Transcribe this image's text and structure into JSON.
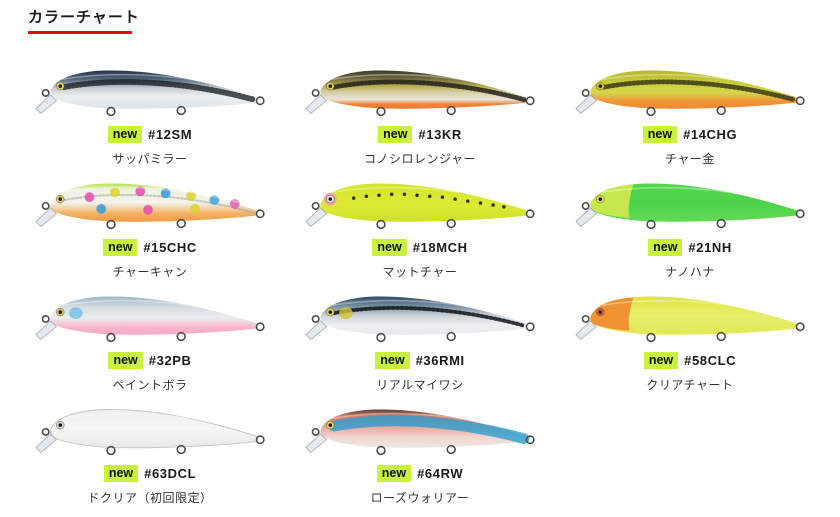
{
  "header": {
    "title": "カラーチャート",
    "underline_color": "#e50613"
  },
  "labels": {
    "new": "new"
  },
  "badge": {
    "bg": "#c9f23c",
    "text_color": "#111111"
  },
  "items": [
    {
      "code": "#12SM",
      "name": "サッパミラー",
      "style": {
        "gradient": [
          [
            0,
            "#22364b"
          ],
          [
            0.22,
            "#50647a"
          ],
          [
            0.45,
            "#c2cbd2"
          ],
          [
            0.68,
            "#ecf0f2"
          ],
          [
            1,
            "#dde3e7"
          ]
        ],
        "band": {
          "color": "#14181c",
          "width": 6,
          "dash": "1.6 2.6",
          "opacity": 0.75
        },
        "eye": "#e3cf4e"
      }
    },
    {
      "code": "#13KR",
      "name": "コノシロレンジャー",
      "style": {
        "gradient": [
          [
            0,
            "#3b3926"
          ],
          [
            0.2,
            "#6e6840"
          ],
          [
            0.42,
            "#bfae55"
          ],
          [
            0.6,
            "#d9d3ae"
          ],
          [
            0.76,
            "#e6e4da"
          ],
          [
            0.88,
            "#f08438"
          ],
          [
            1,
            "#ee7c2e"
          ]
        ],
        "band": {
          "color": "#23211a",
          "width": 5,
          "dash": "1.5 2.5",
          "opacity": 0.85
        },
        "eye": "#d9c652"
      }
    },
    {
      "code": "#14CHG",
      "name": "チャー金",
      "style": {
        "gradient": [
          [
            0,
            "#b4b82c"
          ],
          [
            0.32,
            "#c9ce3c"
          ],
          [
            0.58,
            "#d4d64c"
          ],
          [
            0.8,
            "#f2953a"
          ],
          [
            1,
            "#ee892e"
          ]
        ],
        "band": {
          "color": "#3c3a14",
          "width": 5,
          "dash": "1.5 2.8",
          "opacity": 0.85
        },
        "eye": "#d8c435"
      }
    },
    {
      "code": "#15CHC",
      "name": "チャーキャン",
      "style": {
        "gradient": [
          [
            0,
            "#b2df49"
          ],
          [
            0.16,
            "#eef3df"
          ],
          [
            0.5,
            "#f4f2ea"
          ],
          [
            0.78,
            "#f5b264"
          ],
          [
            1,
            "#f09a44"
          ]
        ],
        "band": {
          "color": "#9aa3ac",
          "width": 2,
          "dash": "2 2",
          "opacity": 0.55
        },
        "spots": {
          "type": "multi",
          "colors": [
            "#e653ae",
            "#ddd435",
            "#e653ae",
            "#3e9fd8",
            "#ddd435",
            "#4aa9e0",
            "#e06ab8",
            "#3e9fd8",
            "#e653ae",
            "#ddd435"
          ]
        },
        "eye": "#d8c44e"
      }
    },
    {
      "code": "#18MCH",
      "name": "マットチャー",
      "style": {
        "gradient": [
          [
            0,
            "#d3e52b"
          ],
          [
            0.55,
            "#dcea33"
          ],
          [
            1,
            "#cfe028"
          ]
        ],
        "spots": {
          "type": "black",
          "colors": [
            "#1d1d1d"
          ]
        },
        "eyeBack": "#f2a0a6",
        "eye": "#e8e2d8"
      }
    },
    {
      "code": "#21NH",
      "name": "ナノハナ",
      "style": {
        "gradient": [
          [
            0,
            "#55d64c"
          ],
          [
            0.5,
            "#4cd24a"
          ],
          [
            1,
            "#62da55"
          ]
        ],
        "headColor": "#cfe94e",
        "eye": "#e0d84e"
      }
    },
    {
      "code": "#32PB",
      "name": "ペイントボラ",
      "style": {
        "gradient": [
          [
            0,
            "#9cb8c8"
          ],
          [
            0.28,
            "#d5dce0"
          ],
          [
            0.55,
            "#ebeced"
          ],
          [
            0.8,
            "#f7b6cd"
          ],
          [
            1,
            "#f5aac6"
          ]
        ],
        "headSpot": "#6cc0ea",
        "eye": "#d8c44e"
      }
    },
    {
      "code": "#36RMI",
      "name": "リアルマイワシ",
      "style": {
        "gradient": [
          [
            0,
            "#2e4c66"
          ],
          [
            0.28,
            "#7e97a9"
          ],
          [
            0.5,
            "#ccd3d8"
          ],
          [
            0.74,
            "#eef0f1"
          ],
          [
            1,
            "#e5e9eb"
          ]
        ],
        "band": {
          "color": "#101418",
          "width": 4,
          "dash": "1.6 3",
          "opacity": 0.85
        },
        "headSpot": "#d6c22e",
        "eye": "#e3cf4e"
      }
    },
    {
      "code": "#58CLC",
      "name": "クリアチャート",
      "style": {
        "gradient": [
          [
            0,
            "#dde43e"
          ],
          [
            0.5,
            "#e9ee6c"
          ],
          [
            1,
            "#e1e855"
          ]
        ],
        "headColor": "#f08a30",
        "eye": "#e05a2a"
      }
    },
    {
      "code": "#63DCL",
      "name": "ドクリア（初回限定）",
      "style": {
        "gradient": [
          [
            0,
            "#ececea"
          ],
          [
            0.5,
            "#f7f7f5"
          ],
          [
            1,
            "#e8e8e6"
          ]
        ],
        "outline": "#c6c6c2",
        "eye": "#d8d2c0"
      }
    },
    {
      "code": "#64RW",
      "name": "ローズウォリアー",
      "style": {
        "gradient": [
          [
            0,
            "#5a3a32"
          ],
          [
            0.16,
            "#c97a64"
          ],
          [
            0.34,
            "#e89184"
          ],
          [
            0.74,
            "#f0d8d2"
          ],
          [
            1,
            "#eee6e2"
          ]
        ],
        "band": {
          "color": "#2b9fd0",
          "width": 11,
          "dash": "3 1.5",
          "opacity": 0.8
        },
        "eye": "#e3cf4e"
      }
    }
  ]
}
